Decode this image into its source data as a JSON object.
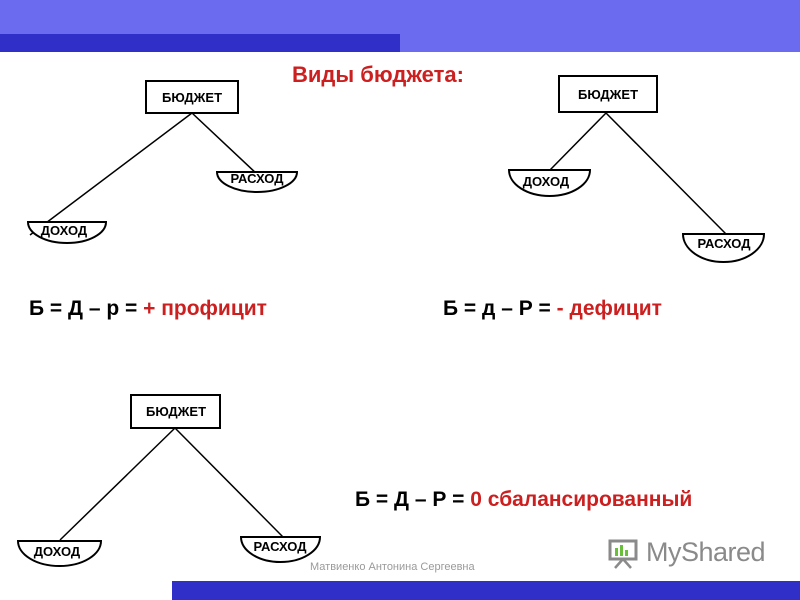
{
  "slide": {
    "title": "Виды бюджета:",
    "author": "Матвиенко Антонина Сергеевна",
    "logo_text": "MyShared",
    "colors": {
      "accent_red": "#cc1f1f",
      "band_light": "#6b6bf0",
      "band_dark": "#3030c8"
    }
  },
  "diagrams": [
    {
      "budget": "БЮДЖЕТ",
      "income": "ДОХОД",
      "expense": "РАСХОД"
    },
    {
      "budget": "БЮДЖЕТ",
      "income": "ДОХОД",
      "expense": "РАСХОД"
    },
    {
      "budget": "БЮДЖЕТ",
      "income": "ДОХОД",
      "expense": "РАСХОД"
    }
  ],
  "formulas": [
    {
      "equation": "Б = Д – р = ",
      "result": "+ профицит"
    },
    {
      "equation": "Б = д – Р = ",
      "result": "- дефицит"
    },
    {
      "equation": "Б = Д – Р = ",
      "result": "0 сбалансированный"
    }
  ]
}
